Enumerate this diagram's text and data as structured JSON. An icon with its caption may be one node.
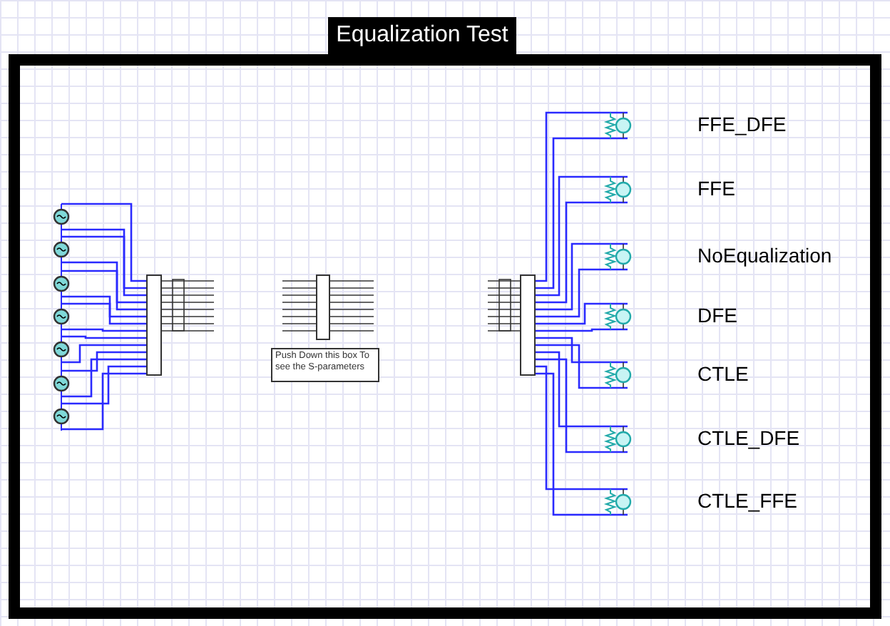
{
  "diagram": {
    "title": "Equalization Test",
    "nodes": [
      {
        "text": [
          "Push Down this box To see the S-parameters"
        ]
      }
    ],
    "edges": [],
    "labels": [
      "FFE_DFE",
      "FFE",
      "NoEqualization",
      "DFE",
      "CTLE",
      "CTLE_DFE",
      "CTLE_FFE"
    ]
  }
}
